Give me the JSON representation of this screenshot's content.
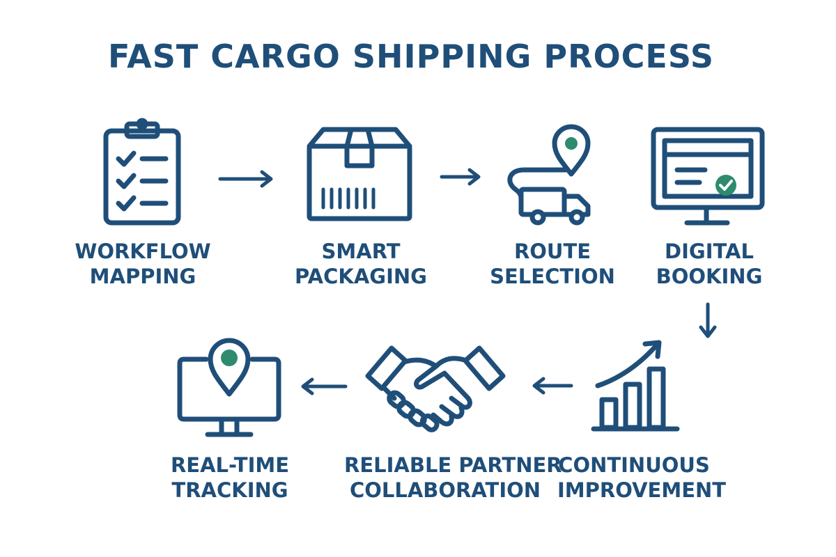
{
  "title": "FAST CARGO SHIPPING PROCESS",
  "steps": [
    {
      "line1": "WORKFLOW",
      "line2": "MAPPING",
      "icon": "clipboard-checklist-icon"
    },
    {
      "line1": "SMART",
      "line2": "PACKAGING",
      "icon": "package-box-icon"
    },
    {
      "line1": "ROUTE",
      "line2": "SELECTION",
      "icon": "route-truck-icon"
    },
    {
      "line1": "DIGITAL",
      "line2": "BOOKING",
      "icon": "monitor-booking-icon"
    },
    {
      "line1": "CONTINUOUS",
      "line2": "IMPROVEMENT",
      "icon": "growth-chart-icon"
    },
    {
      "line1": "RELIABLE PARTNER",
      "line2": "COLLABORATION",
      "icon": "handshake-icon"
    },
    {
      "line1": "REAL-TIME",
      "line2": "TRACKING",
      "icon": "monitor-location-icon"
    }
  ],
  "colors": {
    "primary": "#1f4e79",
    "accent": "#2e8b6e",
    "background": "#ffffff"
  }
}
